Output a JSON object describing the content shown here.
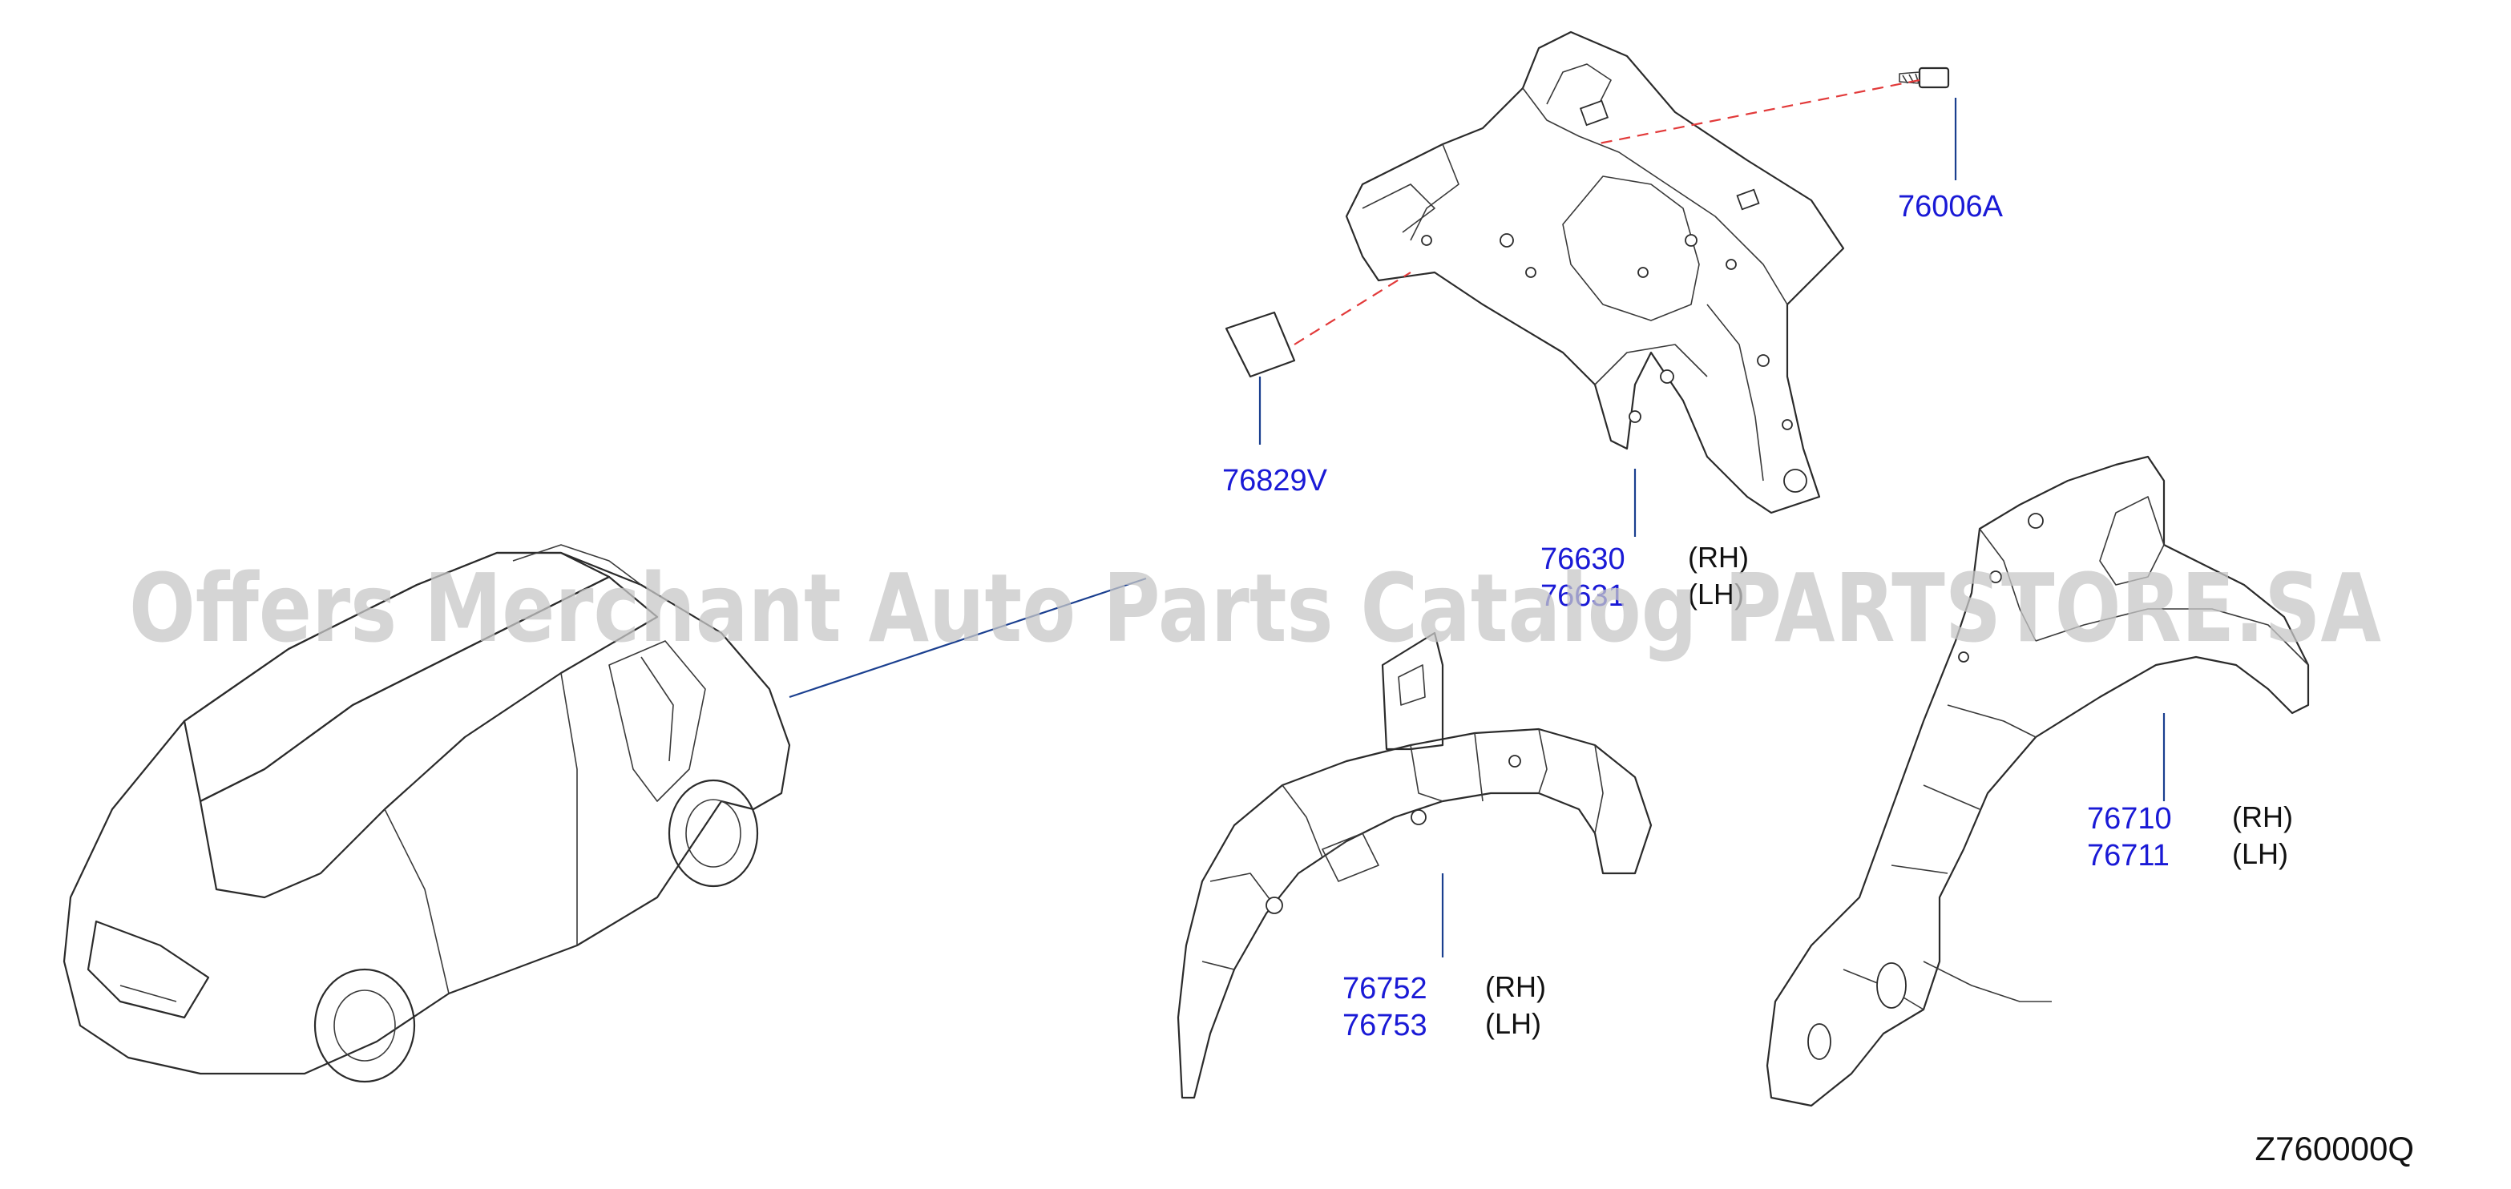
{
  "watermark": "Offers Merchant Auto Parts Catalog PARTSTORE.SA",
  "diagram_code": "Z760000Q",
  "parts": {
    "bolt": {
      "number": "76006A"
    },
    "seal": {
      "number": "76829V"
    },
    "pillar": {
      "number_rh": "76630",
      "number_lh": "76631",
      "rh": "(RH)",
      "lh": "(LH)"
    },
    "inner_housing": {
      "number_rh": "76752",
      "number_lh": "76753",
      "rh": "(RH)",
      "lh": "(LH)"
    },
    "outer_housing": {
      "number_rh": "76710",
      "number_lh": "76711",
      "rh": "(RH)",
      "lh": "(LH)"
    }
  },
  "colors": {
    "part_number": "#1a1ad6",
    "leader_line": "#1a3f8f",
    "dashed_line": "#e23a3a",
    "watermark": "#c8c8c8"
  }
}
